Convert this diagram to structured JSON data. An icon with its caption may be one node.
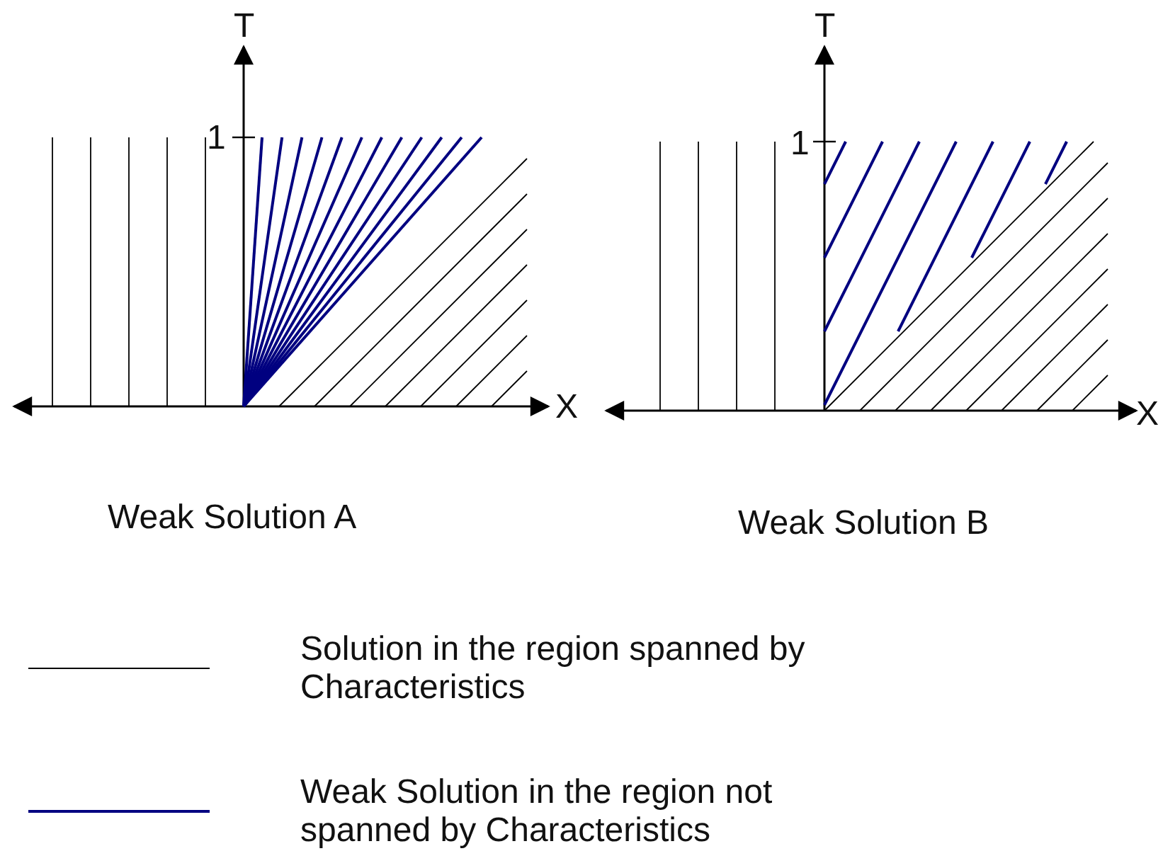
{
  "diagram": {
    "labels": [
      "T",
      "1",
      "X",
      "Weak Solution A",
      "T",
      "1",
      "X",
      "Weak Solution B"
    ],
    "legend": [
      {
        "text": "Solution in the region spanned by Characteristics"
      },
      {
        "text": "Weak Solution in the region not spanned by Characteristics"
      }
    ]
  }
}
